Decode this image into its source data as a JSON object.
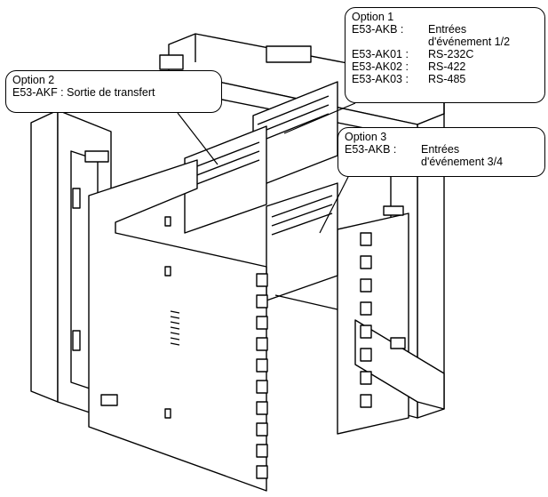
{
  "callouts": {
    "option1": {
      "title": "Option 1",
      "rows": [
        {
          "code": "E53-AKB :",
          "desc": "Entrées"
        },
        {
          "code": "",
          "desc": "d'événement 1/2"
        },
        {
          "code": "E53-AK01 :",
          "desc": "RS-232C"
        },
        {
          "code": "E53-AK02 :",
          "desc": "RS-422"
        },
        {
          "code": "E53-AK03 :",
          "desc": "RS-485"
        }
      ]
    },
    "option2": {
      "title": "Option 2",
      "line": "E53-AKF : Sortie de transfert"
    },
    "option3": {
      "title": "Option 3",
      "rows": [
        {
          "code": "E53-AKB :",
          "desc": "Entrées"
        },
        {
          "code": "",
          "desc": "d'événement 3/4"
        }
      ]
    }
  }
}
